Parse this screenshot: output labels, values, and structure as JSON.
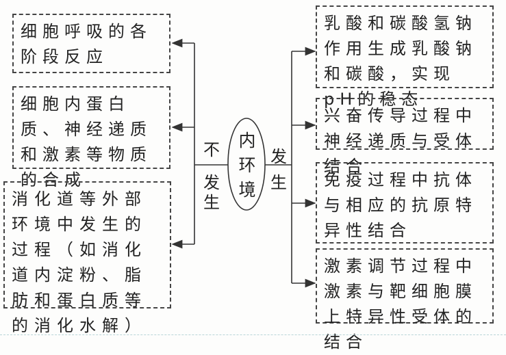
{
  "center": {
    "label": "内环境"
  },
  "left_branch": {
    "label_top": "不",
    "label_bottom": "发生",
    "items": [
      {
        "text": "细胞呼吸的各阶段反应"
      },
      {
        "text": "细胞内蛋白质、神经递质和激素等物质的合成"
      },
      {
        "text": "消化道等外部环境中发生的过程（如消化道内淀粉、脂肪和蛋白质等的消化水解）"
      }
    ]
  },
  "right_branch": {
    "label": "发生",
    "items": [
      {
        "text": "乳酸和碳酸氢钠作用生成乳酸钠和碳酸，实现pH的稳态"
      },
      {
        "text": "兴奋传导过程中神经递质与受体结合"
      },
      {
        "text": "免疫过程中抗体与相应的抗原特异性结合"
      },
      {
        "text": "激素调节过程中激素与靶细胞膜上特异性受体的结合"
      }
    ]
  }
}
